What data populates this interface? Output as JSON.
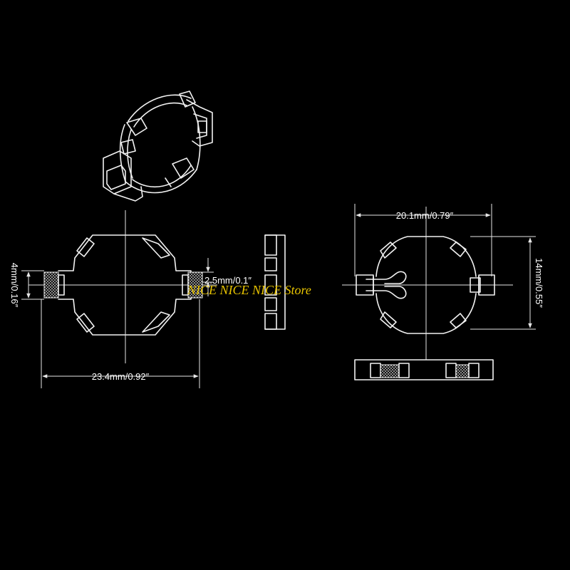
{
  "dimensions": {
    "width_total": "23.4mm/0.92″",
    "height_left": "4mm/0.16″",
    "tab_thickness": "2.5mm/0.1″",
    "width_inner": "20.1mm/0.79″",
    "height_right": "14mm/0.55″"
  },
  "watermark": "NICE NICE NICE Store",
  "colors": {
    "background": "#000000",
    "line": "#f2f2f2",
    "watermark": "#e8c400"
  }
}
